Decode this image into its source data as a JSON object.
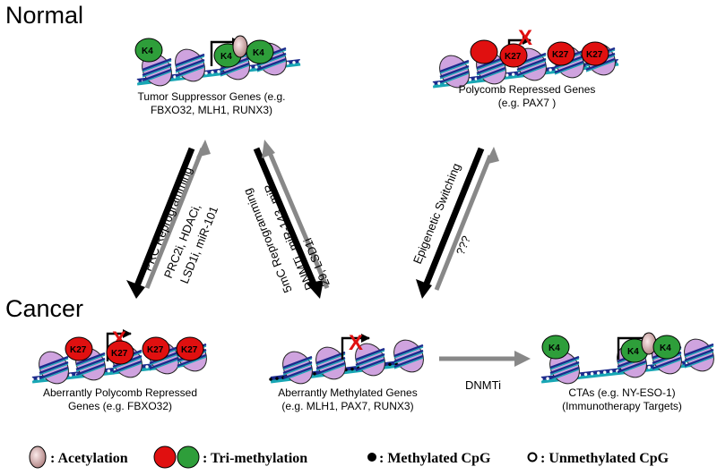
{
  "headings": {
    "normal": "Normal",
    "cancer": "Cancer"
  },
  "marks": {
    "k4": "K4",
    "k27": "K27",
    "x": "X"
  },
  "genes": {
    "tumor_suppressor": {
      "line1": "Tumor Suppressor Genes (e.g.",
      "line2": "FBXO32, MLH1, RUNX3)"
    },
    "polycomb": {
      "line1": "Polycomb Repressed Genes",
      "line2": "(e.g. PAX7 )"
    },
    "aberrant_polycomb": {
      "line1": "Aberrantly Polycomb Repressed",
      "line2": "Genes (e.g. FBXO32)"
    },
    "aberrant_methyl": {
      "line1": "Aberrantly Methylated Genes",
      "line2": "(e.g. MLH1, PAX7, RUNX3)"
    },
    "ctas": {
      "line1": "CTAs (e.g. NY-ESO-1)",
      "line2": "(Immunotherapy Targets)"
    }
  },
  "arrows": {
    "prc_reprogramming": "PRC Reprogramming",
    "prc_treat_line1": "PRC2i, HDACi,",
    "prc_treat_line2": "LSD1i, miR-101",
    "fivemc_reprogramming": "5mC Reprogramming",
    "dnmt_line1": "DNMTi, miR-143, miR-",
    "dnmt_line2": "29, LSD1i",
    "epigenetic_switching": "Epigenetic Switching",
    "unknown": "???",
    "dnmti": "DNMTi"
  },
  "legend": {
    "acetylation": ": Acetylation",
    "trimethylation": ": Tri-methylation",
    "methylated_cpg": ": Methylated CpG",
    "unmethylated_cpg": ": Unmethylated CpG"
  },
  "colors": {
    "red_mark": "#e01010",
    "green_mark": "#2e9e3a",
    "nucleosome": "#cfa3df",
    "dna_teal": "#18a6b4",
    "dna_blue": "#1c2a8c",
    "acetyl": "#d9b8b8",
    "arrow_black": "#000000",
    "arrow_grey": "#888888"
  }
}
